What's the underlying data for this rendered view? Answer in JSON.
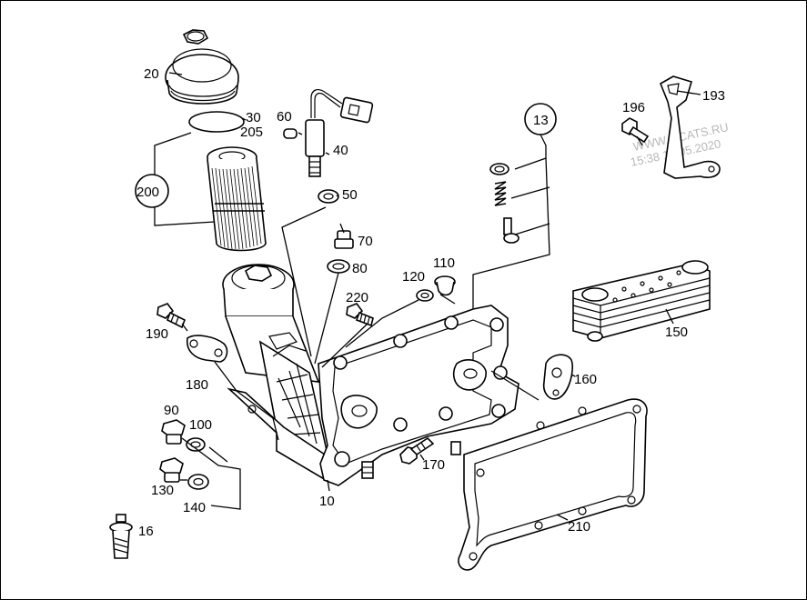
{
  "diagram": {
    "parts": {
      "p10": "10",
      "p16": "16",
      "p20": "20",
      "p30": "30",
      "p40": "40",
      "p50": "50",
      "p60": "60",
      "p70": "70",
      "p80": "80",
      "p90": "90",
      "p100": "100",
      "p110": "110",
      "p120": "120",
      "p130": "130",
      "p140": "140",
      "p150": "150",
      "p160": "160",
      "p170": "170",
      "p180": "180",
      "p190": "190",
      "p193": "193",
      "p196": "196",
      "p205": "205",
      "p210": "210",
      "p220": "220"
    },
    "groups": {
      "g13": "13",
      "g200": "200"
    },
    "watermark": {
      "site": "WWW.ILCATS.RU",
      "stamp": "15:38 12.05.2020"
    }
  }
}
